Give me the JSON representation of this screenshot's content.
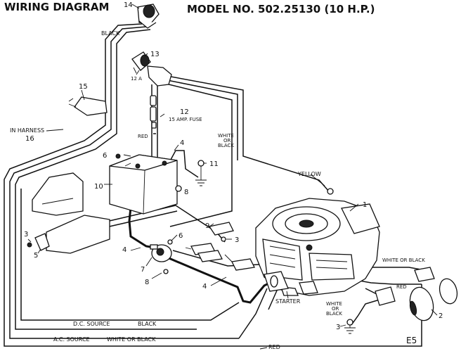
{
  "header": {
    "title": "WIRING DIAGRAM",
    "model": "MODEL NO. 502.25130 (10 H.P.)"
  },
  "labels": {
    "black_top": "BLACK",
    "in_harness": "IN HARNESS",
    "fuse": "15 AMP. FUSE",
    "red_fuse": "RED",
    "white_or_black_center": [
      "WHITE",
      "OR",
      "BLACK"
    ],
    "yellow": "YELLOW",
    "white_or_black_right": "WHITE OR BLACK",
    "red_right": "RED",
    "white_or_black_lower": [
      "WHITE",
      "OR",
      "BLACK"
    ],
    "starter": "STARTER",
    "dc_source": "D.C. SOURCE",
    "dc_black": "BLACK",
    "ac_source": "A.C. SOURCE",
    "ac_white_or_black": "WHITE OR BLACK",
    "red_bottom": "RED",
    "page_code": "E5"
  },
  "callouts": {
    "n1": "1",
    "n2": "2",
    "n3a": "3",
    "n3b": "3",
    "n3c": "3",
    "n4a": "4",
    "n4b": "4",
    "n4c": "4",
    "n5": "5",
    "n6a": "6",
    "n6b": "6",
    "n7": "7",
    "n8a": "8",
    "n8b": "8",
    "n9": "9",
    "n10": "10",
    "n11": "11",
    "n12": "12",
    "n12a": "12 A",
    "n13": "13",
    "n14": "14",
    "n15": "15",
    "n16": "16"
  },
  "components": {
    "engine": "engine-icon",
    "battery": "battery-icon",
    "headlight_left": "headlight-icon",
    "headlight_right": "headlight-icon",
    "ignition_switch": "ignition-switch-icon",
    "light_switch": "toggle-switch-icon",
    "fuse_holder": "fuse-icon",
    "solenoid": "solenoid-icon",
    "ground": "ground-icon"
  }
}
